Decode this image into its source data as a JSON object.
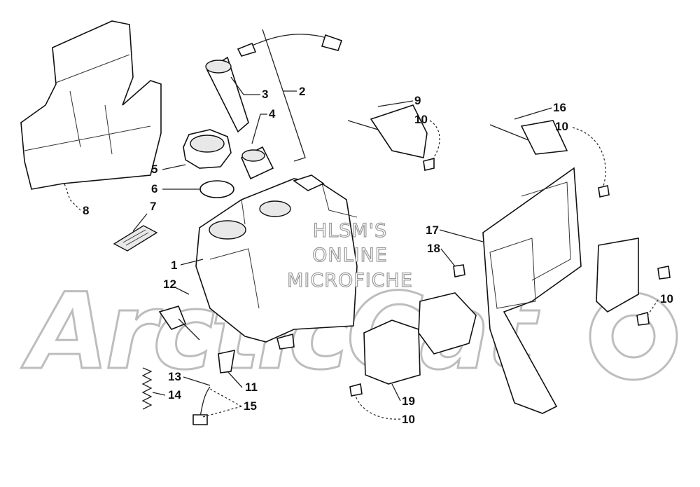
{
  "watermark": {
    "lines": [
      "HLSM'S",
      "ONLINE",
      "MICROFICHE"
    ],
    "brand_text": "ArcticCat"
  },
  "callouts": [
    {
      "id": "c1",
      "label": "1"
    },
    {
      "id": "c2",
      "label": "2"
    },
    {
      "id": "c3",
      "label": "3"
    },
    {
      "id": "c4",
      "label": "4"
    },
    {
      "id": "c5",
      "label": "5"
    },
    {
      "id": "c6",
      "label": "6"
    },
    {
      "id": "c7",
      "label": "7"
    },
    {
      "id": "c8",
      "label": "8"
    },
    {
      "id": "c9",
      "label": "9"
    },
    {
      "id": "c10a",
      "label": "10"
    },
    {
      "id": "c10b",
      "label": "10"
    },
    {
      "id": "c10c",
      "label": "10"
    },
    {
      "id": "c10d",
      "label": "10"
    },
    {
      "id": "c11",
      "label": "11"
    },
    {
      "id": "c12",
      "label": "12"
    },
    {
      "id": "c13",
      "label": "13"
    },
    {
      "id": "c14",
      "label": "14"
    },
    {
      "id": "c15",
      "label": "15"
    },
    {
      "id": "c16",
      "label": "16"
    },
    {
      "id": "c17",
      "label": "17"
    },
    {
      "id": "c18",
      "label": "18"
    },
    {
      "id": "c19",
      "label": "19"
    }
  ],
  "colors": {
    "line": "#111111",
    "watermark": "#9a9a9a",
    "background": "#ffffff"
  }
}
